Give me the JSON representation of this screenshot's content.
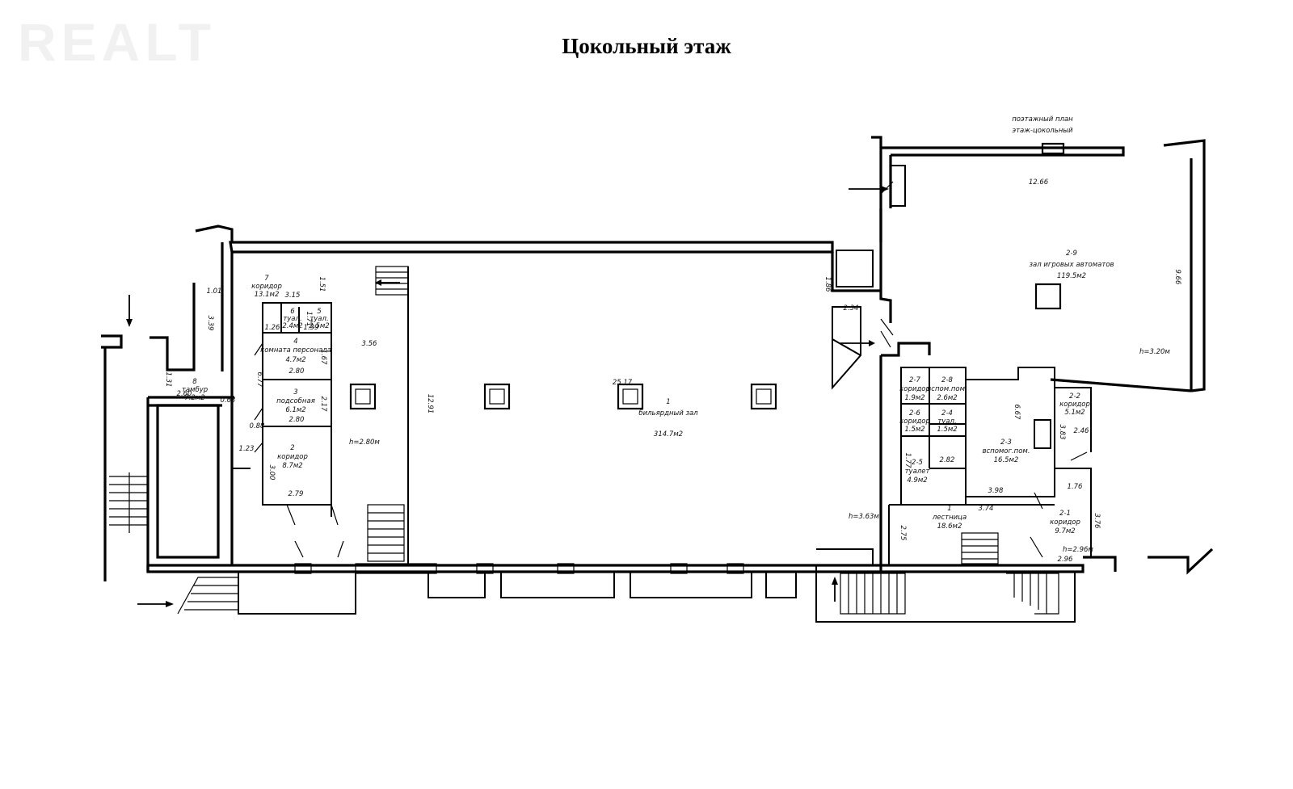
{
  "watermark": "REALT",
  "title": "Цокольный этаж",
  "plan_note": [
    "поэтажный план",
    "этаж-цокольный"
  ],
  "rooms": {
    "r7": {
      "num": "7",
      "name": "коридор",
      "area": "13.1м2"
    },
    "r8": {
      "num": "8",
      "name": "тамбур",
      "area": "7.2м2"
    },
    "r6": {
      "num": "6",
      "name": "туал.",
      "area": "2.4м2"
    },
    "r5": {
      "num": "5",
      "name": "туал.",
      "area": "2.5м2"
    },
    "r4": {
      "num": "4",
      "name": "комната персонала",
      "area": "4.7м2"
    },
    "r3": {
      "num": "3",
      "name": "подсобная",
      "area": "6.1м2"
    },
    "r2": {
      "num": "2",
      "name": "коридор",
      "area": "8.7м2"
    },
    "r1": {
      "num": "1",
      "name": "бильярдный зал",
      "area": "314.7м2"
    },
    "r29": {
      "num": "2-9",
      "name": "зал игровых автоматов",
      "area": "119.5м2"
    },
    "r27": {
      "num": "2-7",
      "name": "коридор",
      "area": "1.9м2"
    },
    "r28": {
      "num": "2-8",
      "name": "вспом.пом.",
      "area": "2.6м2"
    },
    "r26": {
      "num": "2-6",
      "name": "коридор",
      "area": "1.5м2"
    },
    "r24": {
      "num": "2-4",
      "name": "туал.",
      "area": "1.5м2"
    },
    "r25": {
      "num": "2-5",
      "name": "туалет",
      "area": "4.9м2"
    },
    "r23": {
      "num": "2-3",
      "name": "вспомог.пом.",
      "area": "16.5м2"
    },
    "r22": {
      "num": "2-2",
      "name": "коридор",
      "area": "5.1м2"
    },
    "r2_1": {
      "num": "2-1",
      "name": "коридор",
      "area": "9.7м2"
    },
    "r21": {
      "num": "1",
      "name": "лестница",
      "area": "18.6м2"
    }
  },
  "heights": {
    "left": "h=2.80м",
    "center": "h=3.63м",
    "right_top": "h=3.20м",
    "right_low": "h=2.96м"
  },
  "dims": {
    "d101": "1.01",
    "d339": "3.39",
    "d131": "1.31",
    "d260": "2.60",
    "d063": "0.63",
    "d315": "3.15",
    "d151": "1.51",
    "d126": "1.26",
    "d171": "1.71",
    "d139": "1.39",
    "d167": "1.67",
    "d280a": "2.80",
    "d677": "6.77",
    "d217": "2.17",
    "d280b": "2.80",
    "d356": "3.56",
    "d123": "1.23",
    "d300": "3.00",
    "d279": "2.79",
    "d088": "0.88",
    "d1291": "12.91",
    "d2517": "25.17",
    "d186": "1.86",
    "d234": "2.34",
    "d1266": "12.66",
    "d966": "9.66",
    "d667": "6.67",
    "d177": "1.77",
    "d282": "2.82",
    "d398": "3.98",
    "d374": "3.74",
    "d275": "2.75",
    "d383": "3.83",
    "d246": "2.46",
    "d176": "1.76",
    "d376": "3.76",
    "d296": "2.96"
  },
  "colors": {
    "line": "#000000",
    "background": "#ffffff",
    "watermark": "#f1f1f1"
  }
}
